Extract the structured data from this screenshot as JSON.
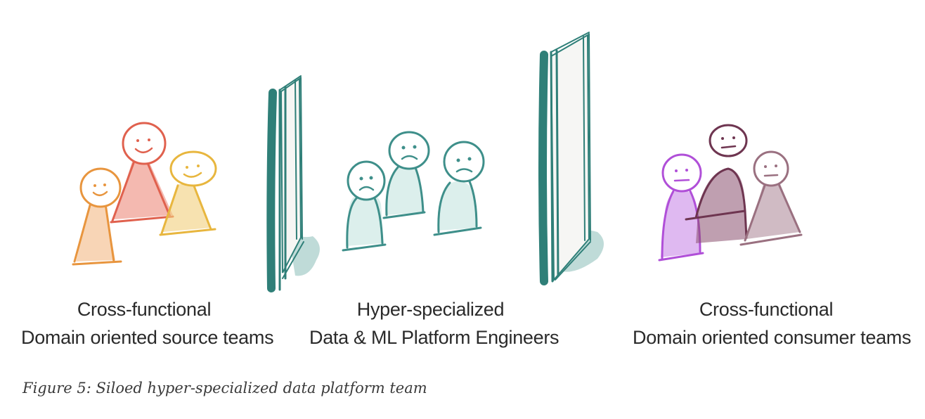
{
  "groups": {
    "source": {
      "line1": "Cross-functional",
      "line2": "Domain oriented source teams",
      "figure_colors": [
        "#e8953e",
        "#e0614e",
        "#e8b63e"
      ]
    },
    "platform": {
      "line1": "Hyper-specialized",
      "line2": "Data & ML Platform Engineers",
      "figure_color": "#3e8f8a"
    },
    "consumer": {
      "line1": "Cross-functional",
      "line2": "Domain oriented consumer teams",
      "figure_colors": [
        "#b04fd8",
        "#6e3550",
        "#9a7080"
      ]
    }
  },
  "wall_color": "#2f7f78",
  "caption": "Figure 5: Siloed hyper-specialized data platform team"
}
